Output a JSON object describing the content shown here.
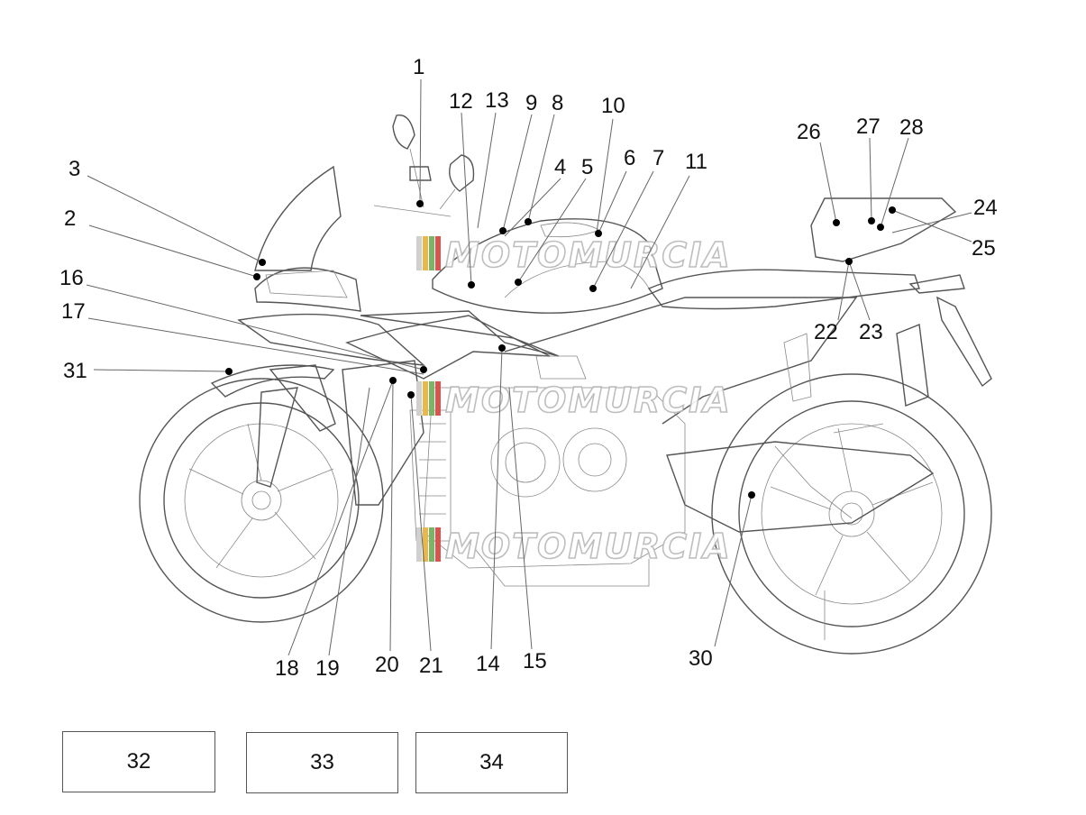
{
  "watermark": {
    "text": "MOTOMURCIA",
    "colors": [
      "#d0d0d0",
      "#e8b84a",
      "#7bb36a",
      "#d9534f"
    ]
  },
  "callouts": [
    "1",
    "2",
    "3",
    "4",
    "5",
    "6",
    "7",
    "8",
    "9",
    "10",
    "11",
    "12",
    "13",
    "14",
    "15",
    "16",
    "17",
    "18",
    "19",
    "20",
    "21",
    "22",
    "23",
    "24",
    "25",
    "26",
    "27",
    "28",
    "30",
    "31"
  ],
  "boxes": [
    "32",
    "33",
    "34"
  ]
}
